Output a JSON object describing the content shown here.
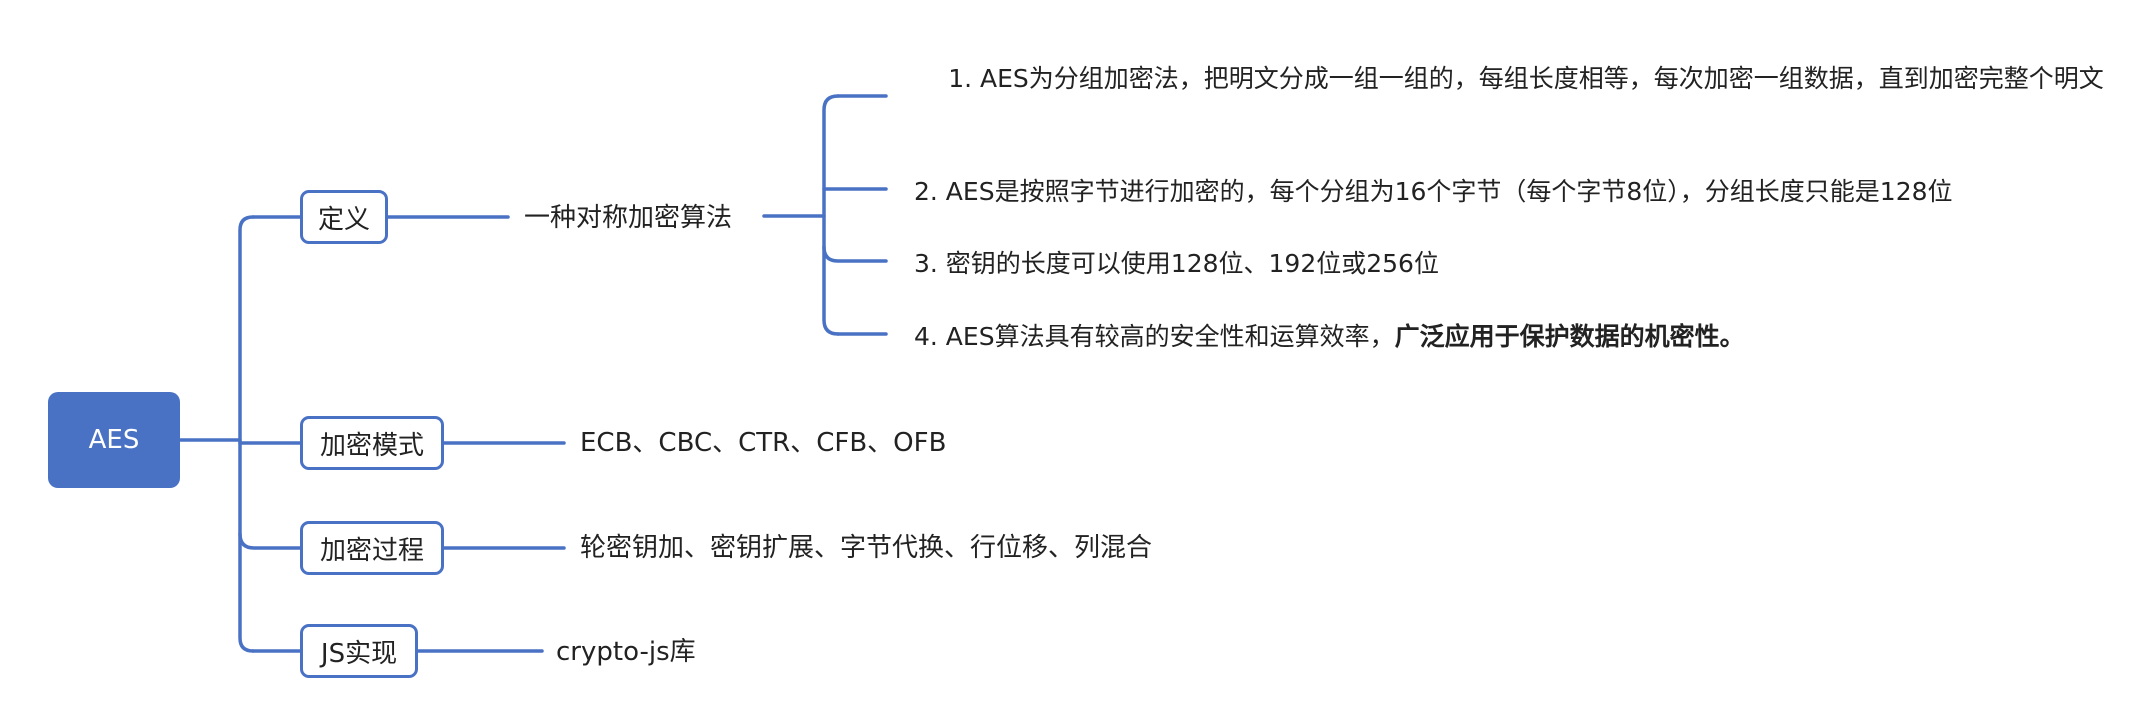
{
  "root": {
    "label": "AES"
  },
  "branches": {
    "definition": {
      "label": "定义",
      "child": "一种对称加密算法",
      "points": [
        "1. AES为分组加密法，把明文分成一组一组的，每组长度相等，每次加密一组数据，直到加密完整个明文",
        "2.  AES是按照字节进行加密的，每个分组为16个字节（每个字节8位），分组长度只能是128位",
        "3. 密钥的长度可以使用128位、192位或256位"
      ],
      "point4": {
        "prefix": "4. AES算法具有较高的安全性和运算效率，",
        "emphasis": "广泛应用于保护数据的机密性。"
      }
    },
    "mode": {
      "label": "加密模式",
      "child": "ECB、CBC、CTR、CFB、OFB"
    },
    "process": {
      "label": "加密过程",
      "child": "轮密钥加、密钥扩展、字节代换、行位移、列混合"
    },
    "js": {
      "label": "JS实现",
      "child": "crypto-js库"
    }
  },
  "colors": {
    "accent": "#4a72c4",
    "text": "#222222",
    "background": "#ffffff"
  }
}
